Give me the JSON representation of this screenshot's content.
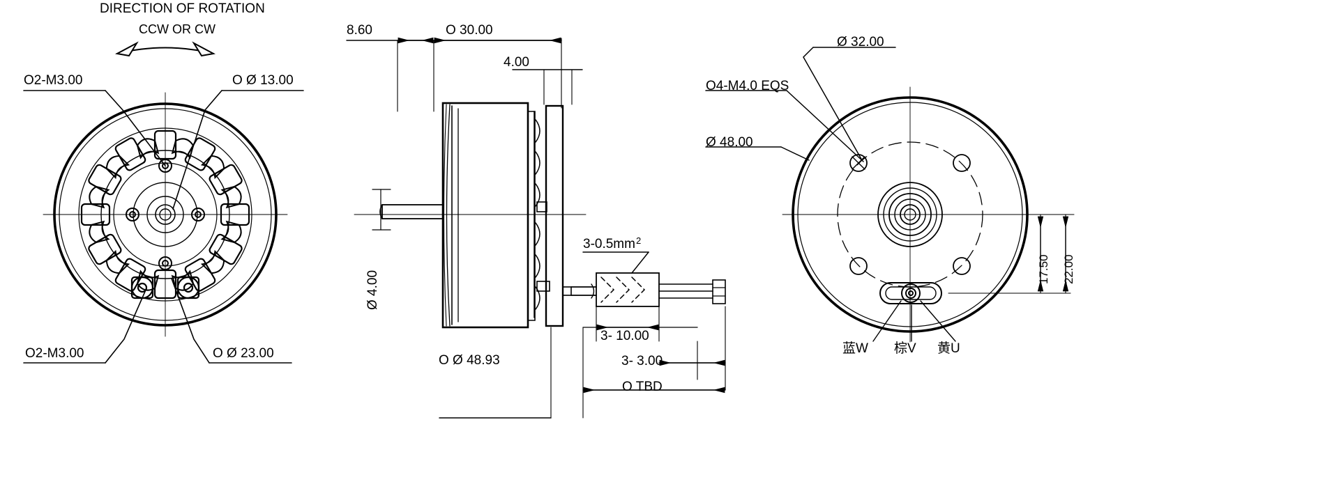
{
  "drawing": {
    "type": "mechanical-engineering-drawing",
    "subject": "brushless outrunner motor",
    "views": [
      "front-view",
      "side-section-view",
      "rear-view"
    ],
    "line_color": "#000000",
    "background_color": "#ffffff"
  },
  "front_view": {
    "title_line1": "DIRECTION OF ROTATION",
    "title_line2": "CCW OR CW",
    "labels": {
      "top_left": "O2-M3.00",
      "top_right": "O Ø 13.00",
      "bottom_left": "O2-M3.00",
      "bottom_right": "O Ø 23.00"
    }
  },
  "side_view": {
    "dimensions": {
      "d_8_60": "8.60",
      "d_30": "O 30.00",
      "d_4": "4.00",
      "shaft_dia": "Ø 4.00",
      "body_dia": "O Ø 48.93",
      "wire_gauge": "3-0.5mm",
      "wire_gauge_sup": "2",
      "wire_len_10": "3- 10.00",
      "wire_len_3": "3- 3.00",
      "overall": "O TBD"
    }
  },
  "rear_view": {
    "labels": {
      "bolt_circle": "Ø 32.00",
      "screws": "O4-M4.0 EQS",
      "outer_dia": "Ø 48.00",
      "dim_17_50": "17.50",
      "dim_22_00": "22.00"
    },
    "wires": [
      {
        "name": "blue-w",
        "text": "蓝W"
      },
      {
        "name": "brown-v",
        "text": "棕V"
      },
      {
        "name": "yellow-u",
        "text": "黄U"
      }
    ]
  }
}
